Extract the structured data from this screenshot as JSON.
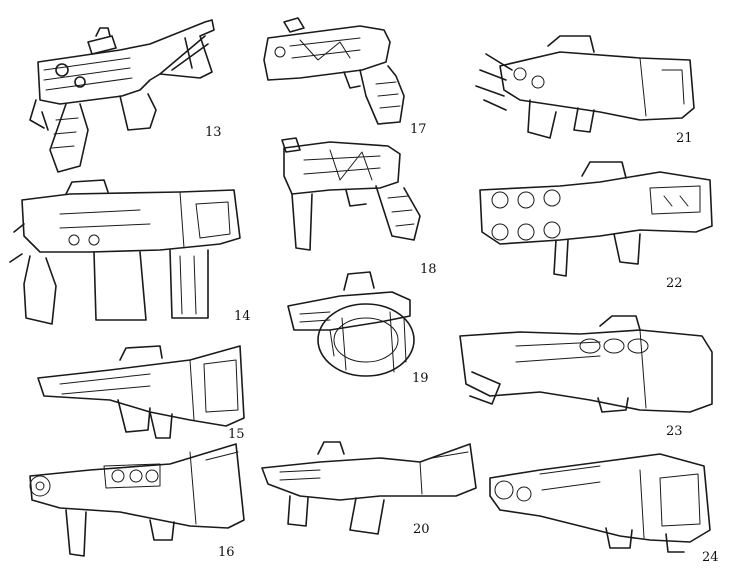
{
  "sheet": {
    "background": "#ffffff",
    "ink_color": "#1a1a1a",
    "sketch_numbers": [
      "13",
      "17",
      "21",
      "14",
      "18",
      "22",
      "15",
      "19",
      "23",
      "16",
      "20",
      "24"
    ]
  }
}
